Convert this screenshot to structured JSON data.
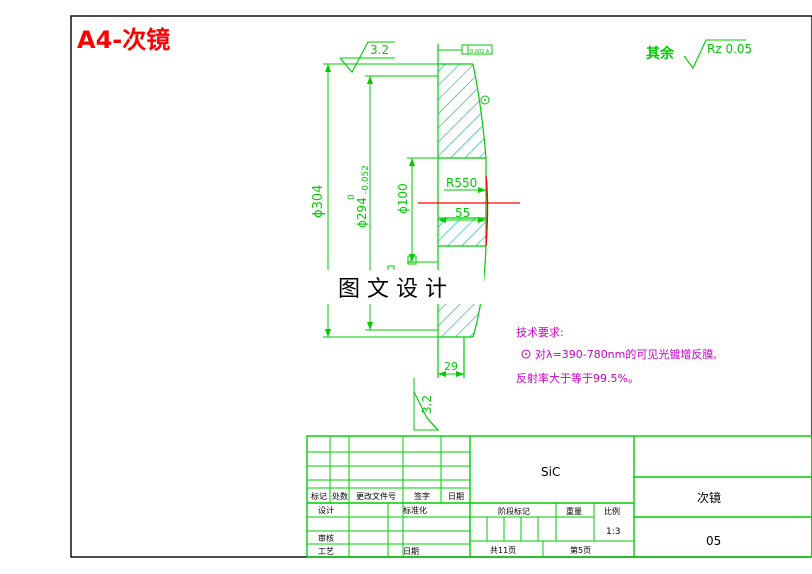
{
  "title_label": "A4-次镜",
  "watermark": "图 文 设 计",
  "surface_finish": {
    "others_label": "其余",
    "others_value": "Rz 0.05",
    "top_value": "3.2",
    "bottom_value": "3.2"
  },
  "datum_flag": "0.002 A",
  "dimensions": {
    "outer_diameter": "ϕ304",
    "mid_diameter": "ϕ294",
    "mid_tolerance_upper": "0",
    "mid_tolerance_lower": "-0.052",
    "bore_diameter": "ϕ100",
    "radius": "R550",
    "length": "55",
    "thickness": "29",
    "datum": "A"
  },
  "tech_requirements": {
    "heading": "技术要求:",
    "line1": "对λ=390-780nm的可见光镀增反膜,",
    "line2": "反射率大于等于99.5%。"
  },
  "title_block": {
    "material": "SiC",
    "part_name": "次镜",
    "drawing_no": "05",
    "col_mark": "标记",
    "col_count": "处数",
    "col_change_doc": "更改文件号",
    "col_sign": "签字",
    "col_date": "日期",
    "row_design": "设计",
    "row_standard": "标准化",
    "row_review": "审核",
    "row_process": "工艺",
    "row_date": "日期",
    "stage_mark": "阶段标记",
    "weight": "重量",
    "scale_label": "比例",
    "scale_value": "1:3",
    "sheets_total": "共11页",
    "sheet_no": "第5页"
  },
  "colors": {
    "line": "#00cc00",
    "hatch": "#00b0b0",
    "red": "#ff0000",
    "magenta": "#cc00cc",
    "black": "#000000"
  }
}
